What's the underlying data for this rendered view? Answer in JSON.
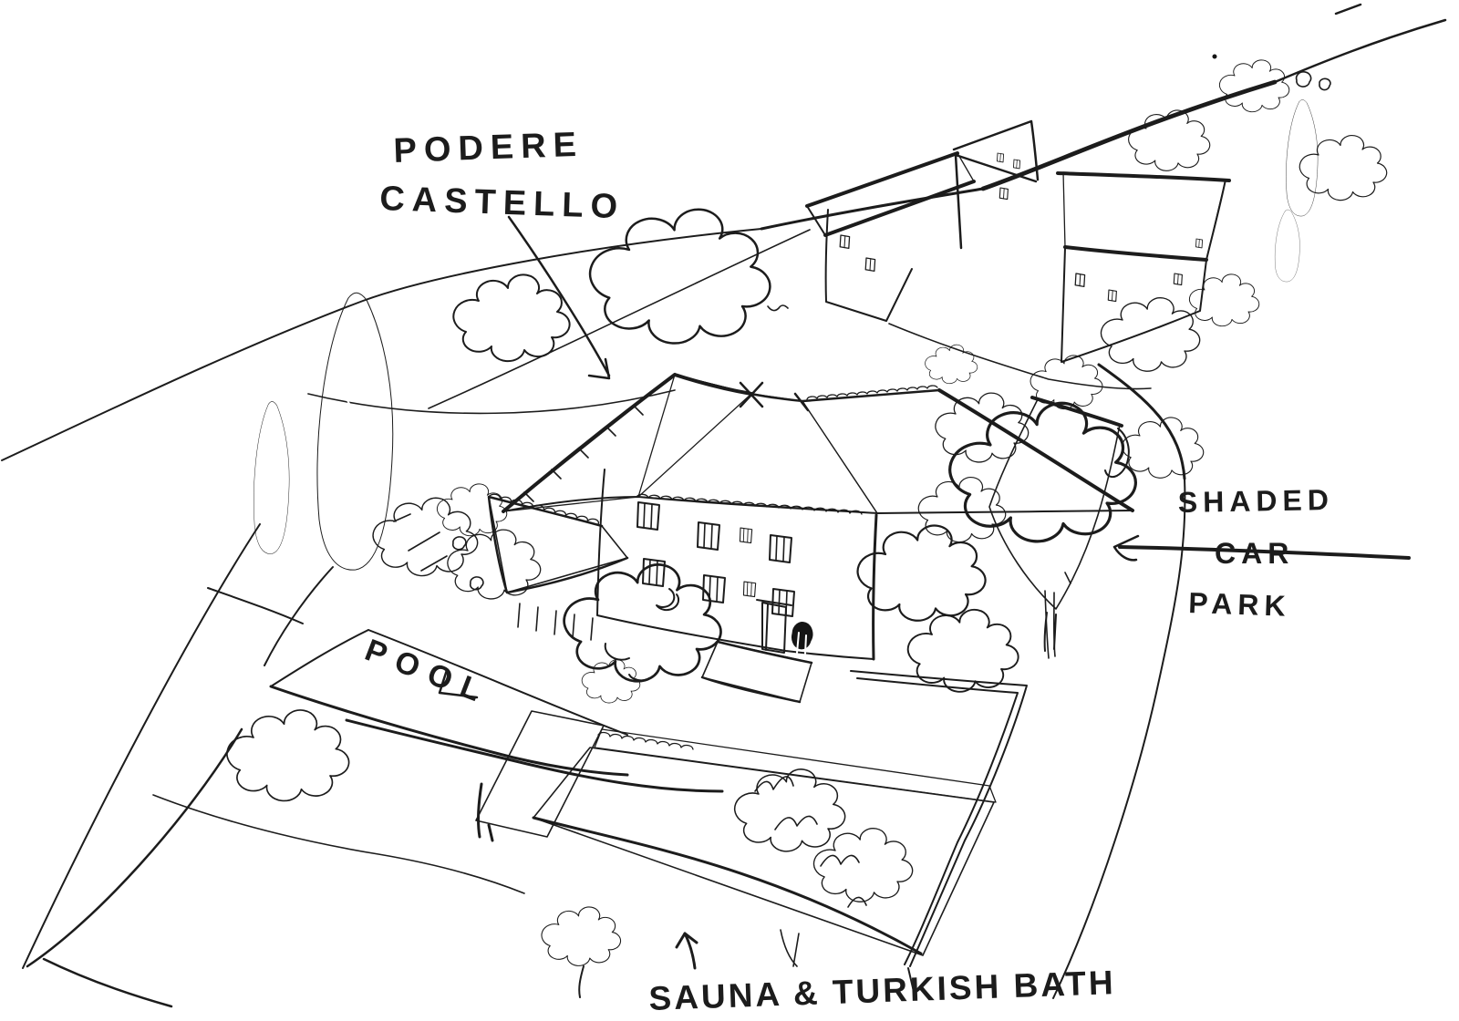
{
  "labels": {
    "building_name": {
      "line1": "PODERE",
      "line2": "CASTELLO"
    },
    "pool": "POOL",
    "car_park": {
      "line1": "SHADED",
      "line2": "CAR",
      "line3": "PARK"
    },
    "sauna": "SAUNA & TURKISH BATH"
  },
  "icons": {
    "arrow_to_house": "arrow-down-right-icon",
    "arrow_to_car_park": "arrow-left-icon",
    "arrow_to_sauna": "arrow-up-icon"
  },
  "colors": {
    "ink": "#1c1c1c",
    "paper": "#ffffff"
  }
}
